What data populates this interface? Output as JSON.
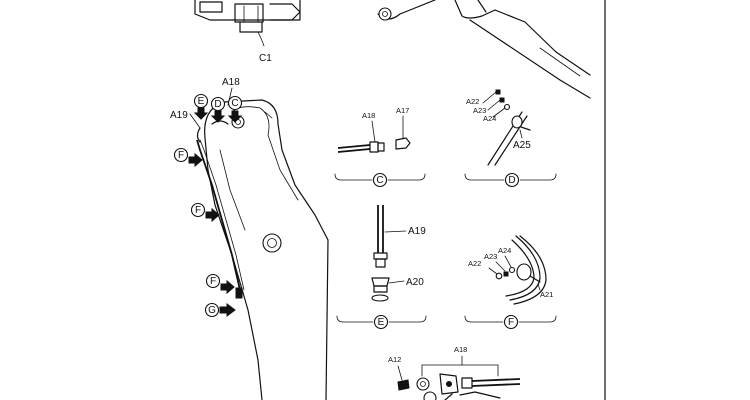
{
  "labels": {
    "c1": "C1",
    "a18_main": "A18",
    "a19_main": "A19",
    "marker_c": "C",
    "marker_d": "D",
    "marker_e": "E",
    "marker_f": "F",
    "marker_g": "G",
    "detail_c_a18": "A18",
    "detail_c_a17": "A17",
    "detail_d_a22": "A22",
    "detail_d_a23": "A23",
    "detail_d_a24": "A24",
    "detail_d_a25": "A25",
    "detail_e_a19": "A19",
    "detail_e_a20": "A20",
    "detail_f_a22": "A22",
    "detail_f_a23": "A23",
    "detail_f_a24": "A24",
    "detail_f_a21": "A21",
    "bottom_a18": "A18",
    "bottom_a12": "A12"
  },
  "detail_views": [
    {
      "letter": "C"
    },
    {
      "letter": "D"
    },
    {
      "letter": "E"
    },
    {
      "letter": "F"
    }
  ]
}
